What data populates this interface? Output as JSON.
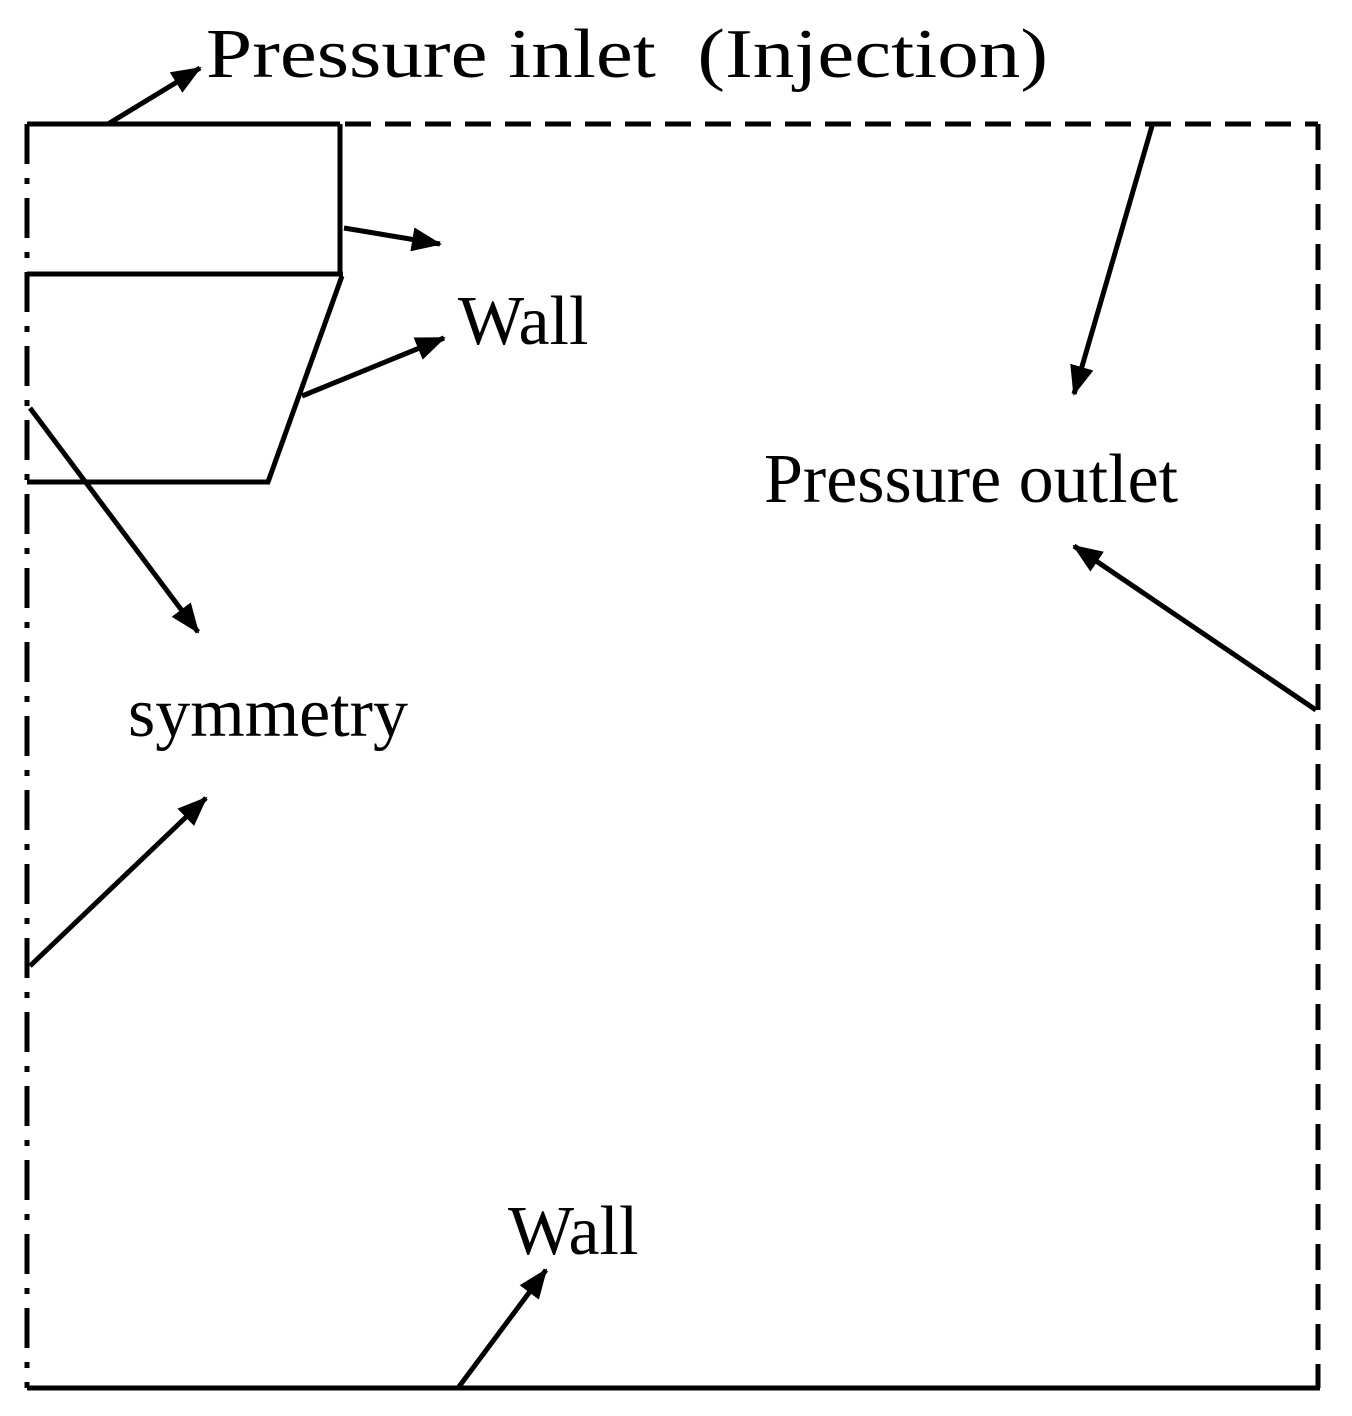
{
  "labels": {
    "pressure_inlet": "Pressure inlet  (Injection)",
    "wall_top": "Wall",
    "pressure_outlet": "Pressure outlet",
    "symmetry": "symmetry",
    "wall_bottom": "Wall"
  },
  "colors": {
    "stroke": "#000000",
    "background": "#ffffff"
  }
}
